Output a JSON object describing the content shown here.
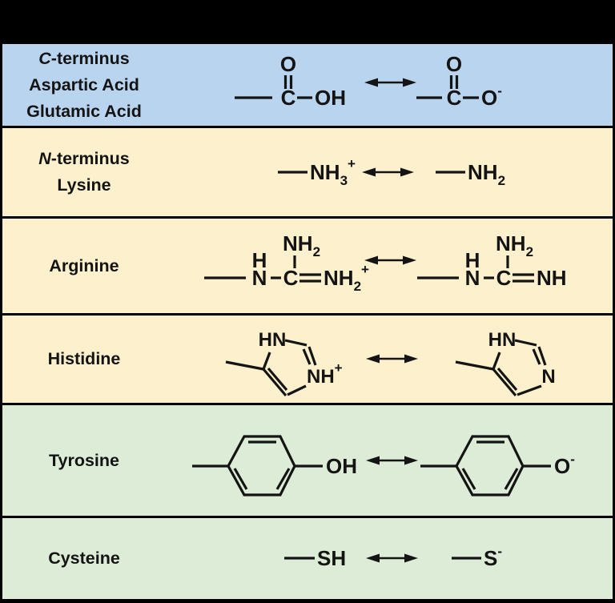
{
  "palette": {
    "background": "#000000",
    "row_blue": "#b9d4ee",
    "row_cream": "#fcf0cd",
    "row_green": "#ddecd6",
    "ink": "#141414"
  },
  "rows": [
    {
      "name": "carboxyl",
      "bg": "#b9d4ee",
      "labels": [
        {
          "italic": "C",
          "text": "-terminus"
        },
        {
          "italic": "",
          "text": "Aspartic Acid"
        },
        {
          "italic": "",
          "text": "Glutamic Acid"
        }
      ],
      "atoms": {
        "l_O": "O",
        "l_C": "C",
        "l_OH": "OH",
        "r_O": "O",
        "r_C": "C",
        "r_O2": "O",
        "r_O2_sup": "-"
      }
    },
    {
      "name": "amine",
      "bg": "#fcf0cd",
      "labels": [
        {
          "italic": "N",
          "text": "-terminus"
        },
        {
          "italic": "",
          "text": "Lysine"
        }
      ],
      "atoms": {
        "l": "NH",
        "l_sub": "3",
        "l_sup": "+",
        "r": "NH",
        "r_sub": "2"
      }
    },
    {
      "name": "arginine",
      "bg": "#fcf0cd",
      "labels": [
        {
          "italic": "",
          "text": "Arginine"
        }
      ],
      "atoms": {
        "l_top": "NH",
        "l_top_sub": "2",
        "l_H": "H",
        "l_N": "N",
        "l_C": "C",
        "l_NH": "NH",
        "l_NH_sub": "2",
        "l_NH_sup": "+",
        "r_top": "NH",
        "r_top_sub": "2",
        "r_H": "H",
        "r_N": "N",
        "r_C": "C",
        "r_NH": "NH"
      }
    },
    {
      "name": "histidine",
      "bg": "#fcf0cd",
      "labels": [
        {
          "italic": "",
          "text": "Histidine"
        }
      ],
      "atoms": {
        "l_HN": "HN",
        "l_NH": "NH",
        "l_NH_sup": "+",
        "r_HN": "HN",
        "r_N": "N"
      }
    },
    {
      "name": "tyrosine",
      "bg": "#ddecd6",
      "labels": [
        {
          "italic": "",
          "text": "Tyrosine"
        }
      ],
      "atoms": {
        "l_OH": "OH",
        "r_O": "O",
        "r_O_sup": "-"
      }
    },
    {
      "name": "cysteine",
      "bg": "#ddecd6",
      "labels": [
        {
          "italic": "",
          "text": "Cysteine"
        }
      ],
      "atoms": {
        "l_SH": "SH",
        "r_S": "S",
        "r_S_sup": "-"
      }
    }
  ]
}
